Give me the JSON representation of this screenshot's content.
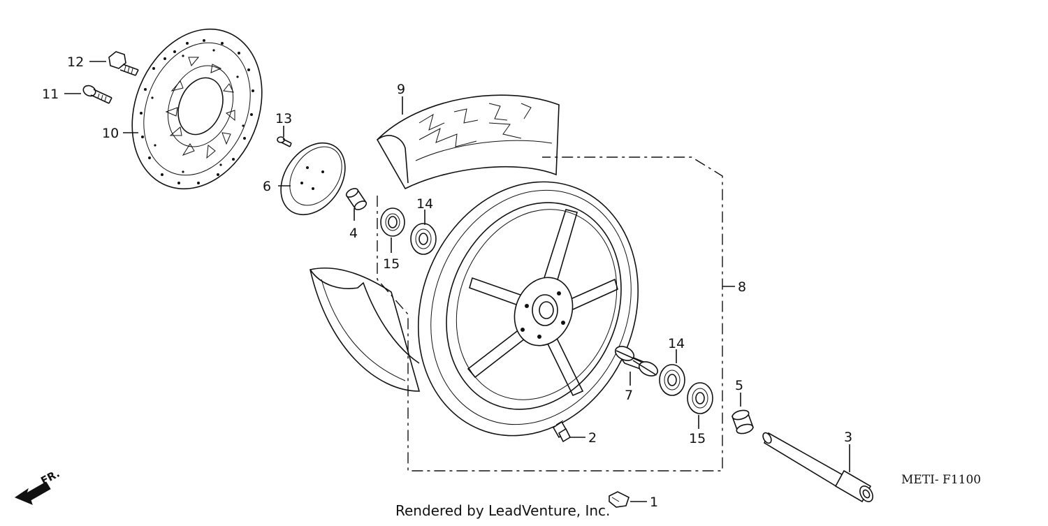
{
  "diagram": {
    "callouts": [
      {
        "id": "c1",
        "number": "1"
      },
      {
        "id": "c2",
        "number": "2"
      },
      {
        "id": "c3",
        "number": "3"
      },
      {
        "id": "c4",
        "number": "4"
      },
      {
        "id": "c5",
        "number": "5"
      },
      {
        "id": "c6",
        "number": "6"
      },
      {
        "id": "c7",
        "number": "7"
      },
      {
        "id": "c8",
        "number": "8"
      },
      {
        "id": "c9",
        "number": "9"
      },
      {
        "id": "c10",
        "number": "10"
      },
      {
        "id": "c11",
        "number": "11"
      },
      {
        "id": "c12",
        "number": "12"
      },
      {
        "id": "c13",
        "number": "13"
      },
      {
        "id": "c14a",
        "number": "14"
      },
      {
        "id": "c14b",
        "number": "14"
      },
      {
        "id": "c15a",
        "number": "15"
      },
      {
        "id": "c15b",
        "number": "15"
      }
    ],
    "diagram_code": "METI- F1100",
    "credit": "Rendered by LeadVenture, Inc.",
    "front_indicator": "FR."
  }
}
